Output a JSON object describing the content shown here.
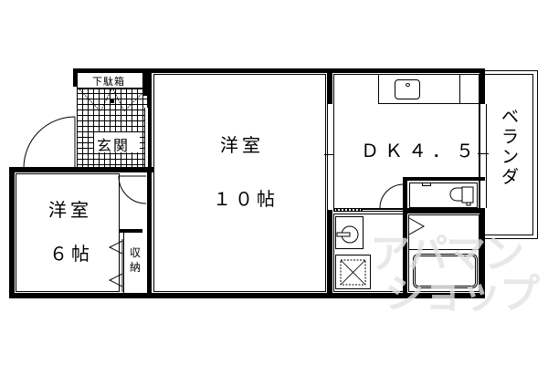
{
  "floor_plan": {
    "rooms": {
      "genkan": {
        "label": "玄関"
      },
      "shoe_box": {
        "label": "下駄箱"
      },
      "western_room_small": {
        "label_top": "洋室",
        "label_size": "６帖"
      },
      "storage": {
        "label": "収納"
      },
      "western_room_large": {
        "label_top": "洋室",
        "label_size": "１０帖"
      },
      "dining_kitchen": {
        "label": "ＤＫ４．５"
      },
      "balcony": {
        "label": "ベランダ"
      }
    },
    "watermark": {
      "line1": "アパマン",
      "line2": "ショップ"
    }
  }
}
